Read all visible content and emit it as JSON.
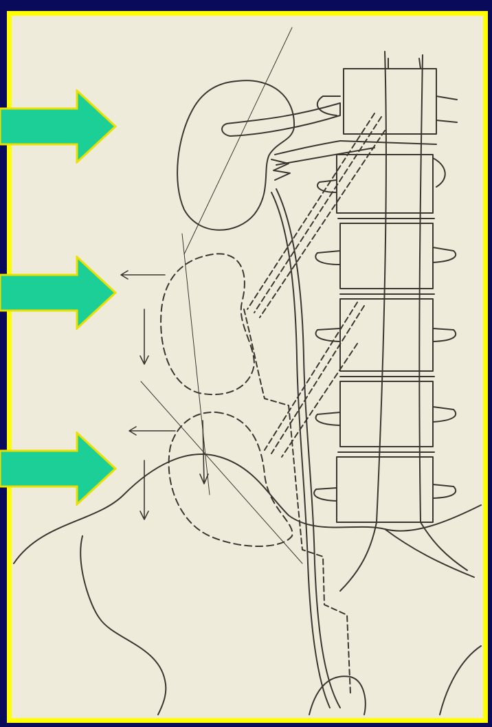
{
  "slide": {
    "background_color": "#0a0a5a",
    "frame_color": "#ffff00",
    "paper_color": "#efebda",
    "arrow_color": "#1ccf96",
    "arrow_outline_color": "#e9e000",
    "ink_color": "#3a3530"
  },
  "figure": {
    "description_items": [
      "kidney-normal-position",
      "kidney-first-descent-dashed",
      "kidney-second-descent-dashed",
      "vertebral-column",
      "ureter",
      "pelvis-outline",
      "displacement-arrows"
    ]
  },
  "pointer_arrows": [
    {
      "name": "upper-pointer-arrow"
    },
    {
      "name": "middle-pointer-arrow"
    },
    {
      "name": "lower-pointer-arrow"
    }
  ]
}
